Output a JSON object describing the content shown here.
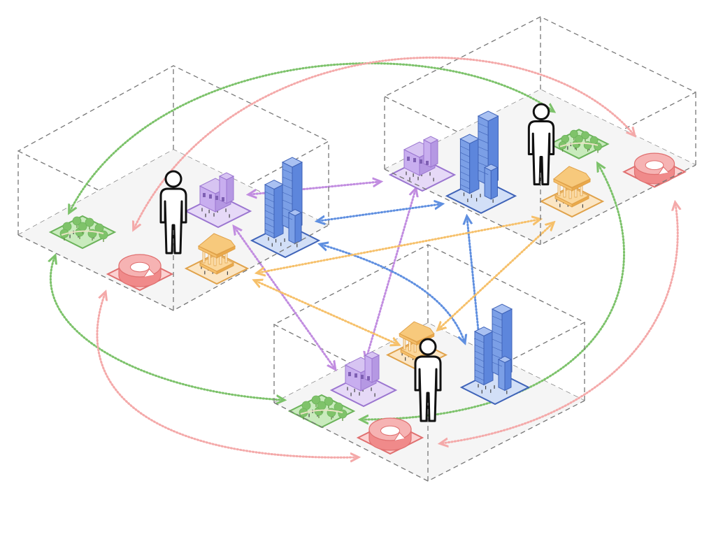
{
  "diagram": {
    "colors": {
      "cube_edge": "#777777",
      "floor_fill": "#f5f5f5",
      "person_stroke": "#111111",
      "park": "#7fc36a",
      "park_floor": "#c9ebbd",
      "park_edge": "#6bb35a",
      "stadium": "#f08a8a",
      "stadium_floor": "#fbd2d2",
      "stadium_edge": "#e07070",
      "museum": "#b18fe0",
      "museum_floor": "#e6d9f7",
      "museum_edge": "#9b76d0",
      "tower": "#4d79d6",
      "tower_floor": "#d2dff7",
      "tower_edge": "#3f63b8",
      "temple": "#f5c06c",
      "temple_floor": "#fbe6c5",
      "temple_edge": "#e0a24a",
      "link_green": "#7cc26a",
      "link_pink": "#f4a9a9",
      "link_purple": "#c18ce0",
      "link_blue": "#5f8fe0",
      "link_orange": "#f6c06a"
    },
    "icons": {
      "person": "person-icon",
      "park": "park-icon",
      "stadium": "stadium-icon",
      "museum": "museum-icon",
      "tower": "office-towers-icon",
      "temple": "temple-icon"
    },
    "layers": [
      {
        "id": "left",
        "elements": [
          "person",
          "park",
          "stadium",
          "museum",
          "tower",
          "temple"
        ]
      },
      {
        "id": "top-right",
        "elements": [
          "person",
          "park",
          "stadium",
          "museum",
          "tower",
          "temple"
        ]
      },
      {
        "id": "bottom",
        "elements": [
          "person",
          "park",
          "stadium",
          "museum",
          "tower",
          "temple"
        ]
      }
    ],
    "links": [
      {
        "type": "park",
        "from": "left",
        "to": "top-right"
      },
      {
        "type": "park",
        "from": "left",
        "to": "bottom"
      },
      {
        "type": "park",
        "from": "top-right",
        "to": "bottom"
      },
      {
        "type": "stadium",
        "from": "left",
        "to": "top-right"
      },
      {
        "type": "stadium",
        "from": "left",
        "to": "bottom"
      },
      {
        "type": "stadium",
        "from": "top-right",
        "to": "bottom"
      },
      {
        "type": "museum",
        "from": "left",
        "to": "top-right"
      },
      {
        "type": "museum",
        "from": "left",
        "to": "bottom"
      },
      {
        "type": "museum",
        "from": "top-right",
        "to": "bottom"
      },
      {
        "type": "tower",
        "from": "left",
        "to": "top-right"
      },
      {
        "type": "tower",
        "from": "left",
        "to": "bottom"
      },
      {
        "type": "tower",
        "from": "top-right",
        "to": "bottom"
      },
      {
        "type": "temple",
        "from": "left",
        "to": "top-right"
      },
      {
        "type": "temple",
        "from": "left",
        "to": "bottom"
      },
      {
        "type": "temple",
        "from": "top-right",
        "to": "bottom"
      }
    ]
  }
}
